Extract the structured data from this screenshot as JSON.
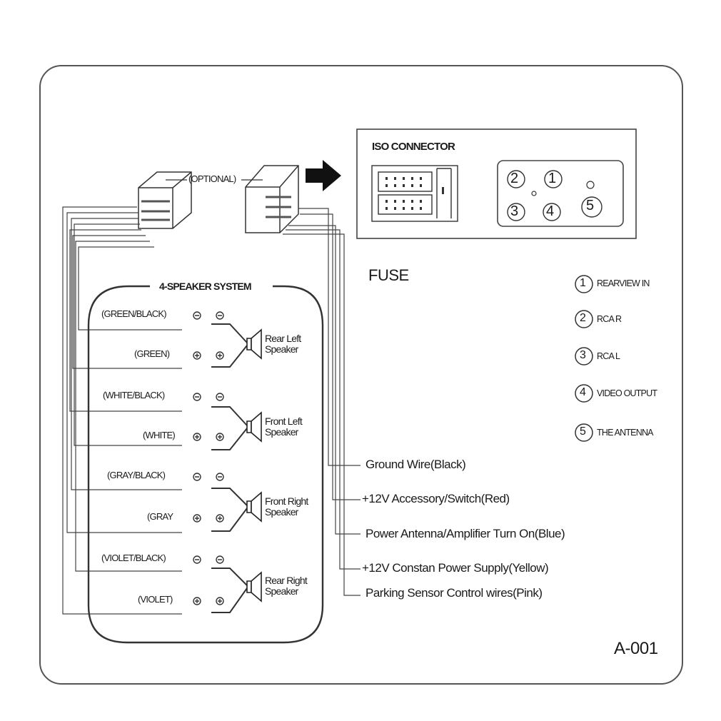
{
  "connectors": {
    "optional_label": "(OPTIONAL)"
  },
  "iso": {
    "title": "ISO CONNECTOR",
    "port_numbers": [
      "2",
      "1",
      "3",
      "4",
      "5"
    ]
  },
  "fuse_label": "FUSE",
  "speaker_system": {
    "title": "4-SPEAKER SYSTEM",
    "wires": [
      {
        "label": "(GREEN/BLACK)",
        "polarity": "-"
      },
      {
        "label": "(GREEN)",
        "polarity": "+"
      },
      {
        "label": "(WHITE/BLACK)",
        "polarity": "-"
      },
      {
        "label": "(WHITE)",
        "polarity": "+"
      },
      {
        "label": "(GRAY/BLACK)",
        "polarity": "-"
      },
      {
        "label": "(GRAY",
        "polarity": "+"
      },
      {
        "label": "(VIOLET/BLACK)",
        "polarity": "-"
      },
      {
        "label": "(VIOLET)",
        "polarity": "+"
      }
    ],
    "speakers": [
      {
        "line1": "Rear Left",
        "line2": "Speaker"
      },
      {
        "line1": "Front Left",
        "line2": "Speaker"
      },
      {
        "line1": "Front Right",
        "line2": "Speaker"
      },
      {
        "line1": "Rear Right",
        "line2": "Speaker"
      }
    ]
  },
  "legend": [
    {
      "num": "1",
      "label": "REARVIEW IN"
    },
    {
      "num": "2",
      "label": "RCA R"
    },
    {
      "num": "3",
      "label": "RCA L"
    },
    {
      "num": "4",
      "label": "VIDEO OUTPUT"
    },
    {
      "num": "5",
      "label": "THE ANTENNA"
    }
  ],
  "power_wires": [
    "Ground  Wire(Black)",
    "+12V Accessory/Switch(Red)",
    "Power Antenna/Amplifier Turn On(Blue)",
    "+12V Constan Power Supply(Yellow)",
    "Parking Sensor Control wires(Pink)"
  ],
  "model_code": "A-001"
}
